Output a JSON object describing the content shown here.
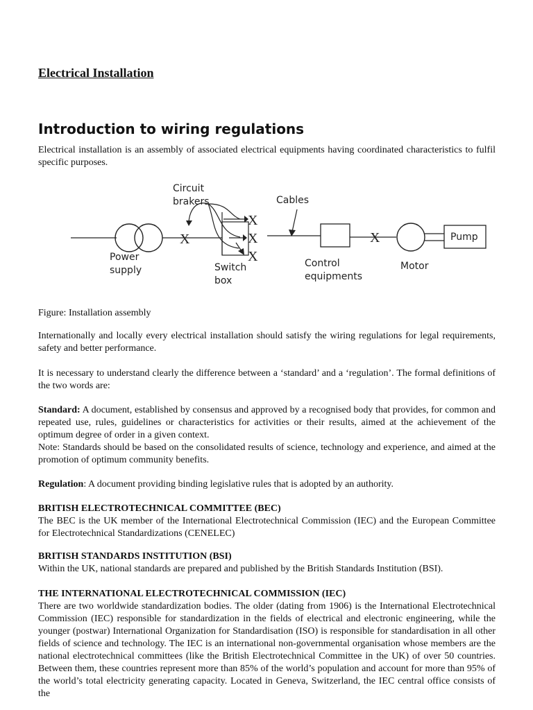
{
  "doc": {
    "title": "Electrical Installation",
    "heading": "Introduction to wiring regulations",
    "intro": "Electrical installation is an assembly of associated electrical equipments having coordinated characteristics to fulfil specific purposes.",
    "figure_caption": "Figure: Installation assembly",
    "internationally": "Internationally and locally every electrical installation should satisfy the wiring regulations for legal requirements, safety and better performance.",
    "difference": "It is necessary to understand clearly the difference between a ‘standard’ and a ‘regulation’.  The formal definitions of the two words are:",
    "standard_term": "Standard:",
    "standard_def": " A document, established by consensus and approved by a recognised body that provides, for common and repeated use, rules, guidelines or characteristics for activities or their results, aimed at the achievement of the optimum degree of order in a given context.",
    "standard_note": "Note: Standards should be based on the consolidated results of science, technology and experience, and aimed at the promotion of optimum community benefits.",
    "regulation_term": "Regulation",
    "regulation_def": ":  A document providing binding legislative rules that is adopted by an authority.",
    "bec_heading": "BRITISH ELECTROTECHNICAL COMMITTEE (BEC)",
    "bec_text": "The BEC is the UK member of the International Electrotechnical Commission (IEC) and the European Committee for Electrotechnical Standardizations (CENELEC)",
    "bsi_heading": "BRITISH STANDARDS INSTITUTION (BSI)",
    "bsi_text": "Within the UK, national standards are prepared and published by the British Standards Institution (BSI).",
    "iec_heading": "THE INTERNATIONAL ELECTROTECHNICAL COMMISSION (IEC)",
    "iec_text": "There are two worldwide standardization bodies. The older (dating from 1906) is the International Electrotechnical Commission (IEC) responsible for standardization in the fields of electrical and electronic engineering, while the younger (postwar) International Organization for Standardisation (ISO) is responsible for standardisation in all other fields of science and technology. The IEC is an international non-governmental organisation whose members are the national electrotechnical committees (like the British Electrotechnical Committee in the UK) of over 50 countries. Between them, these countries represent more than 85% of the world’s population and account for more than 95% of the world’s total electricity generating capacity. Located in Geneva, Switzerland, the IEC central office consists of the"
  },
  "diagram": {
    "circuit_label_1": "Circuit",
    "circuit_label_2": "brakers",
    "cables_label": "Cables",
    "power_label_1": "Power",
    "power_label_2": "supply",
    "switch_label_1": "Switch",
    "switch_label_2": "box",
    "control_label_1": "Control",
    "control_label_2": "equipments",
    "motor_label": "Motor",
    "pump_label": "Pump",
    "x_mark": "X"
  }
}
